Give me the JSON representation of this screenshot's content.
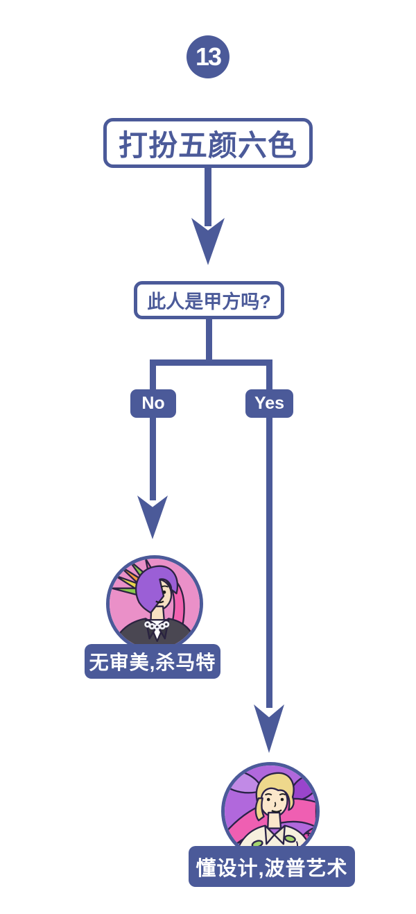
{
  "page": {
    "background": "#ffffff",
    "accent_color": "#4b5a99",
    "text_on_accent": "#ffffff"
  },
  "flowchart": {
    "step_number": "13",
    "title": "打扮五颜六色",
    "question": "此人是甲方吗?",
    "no_branch": {
      "label": "No",
      "result": "无审美,杀马特",
      "avatar": "shamate-colorful-hair-avatar",
      "avatar_bg": "#ea90c8"
    },
    "yes_branch": {
      "label": "Yes",
      "result": "懂设计,波普艺术",
      "avatar": "pop-art-designer-avatar",
      "avatar_bg": "#b168dc"
    }
  }
}
